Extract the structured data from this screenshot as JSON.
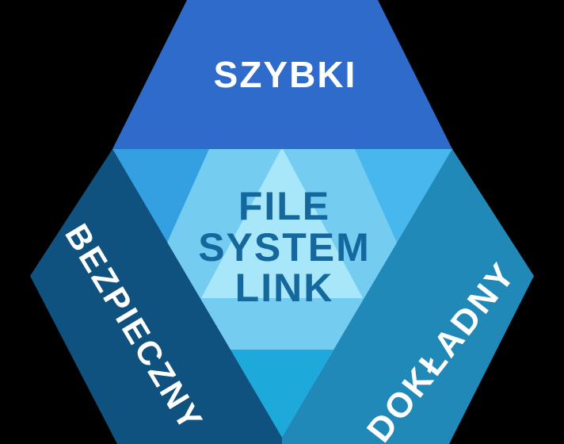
{
  "logo": {
    "top_label": "SZYBKI",
    "left_label": "BEZPIECZNY",
    "right_label": "DOKŁADNY",
    "center_lines": [
      "FILE",
      "SYSTEM",
      "LINK"
    ],
    "colors": {
      "background": "#000000",
      "top_trapezoid": "#2F6BCB",
      "left_trapezoid": "#0F527F",
      "right_trapezoid": "#2089B8",
      "center_base_left": "#34A0E2",
      "center_base_right": "#48B7ED",
      "inner_light_triangle": "#74CDF1",
      "inner_lightest_triangle": "#A8E6FA",
      "bottom_inverted_triangle": "#1EA9DB",
      "center_text": "#14689E",
      "side_text": "#FFFFFF"
    }
  }
}
